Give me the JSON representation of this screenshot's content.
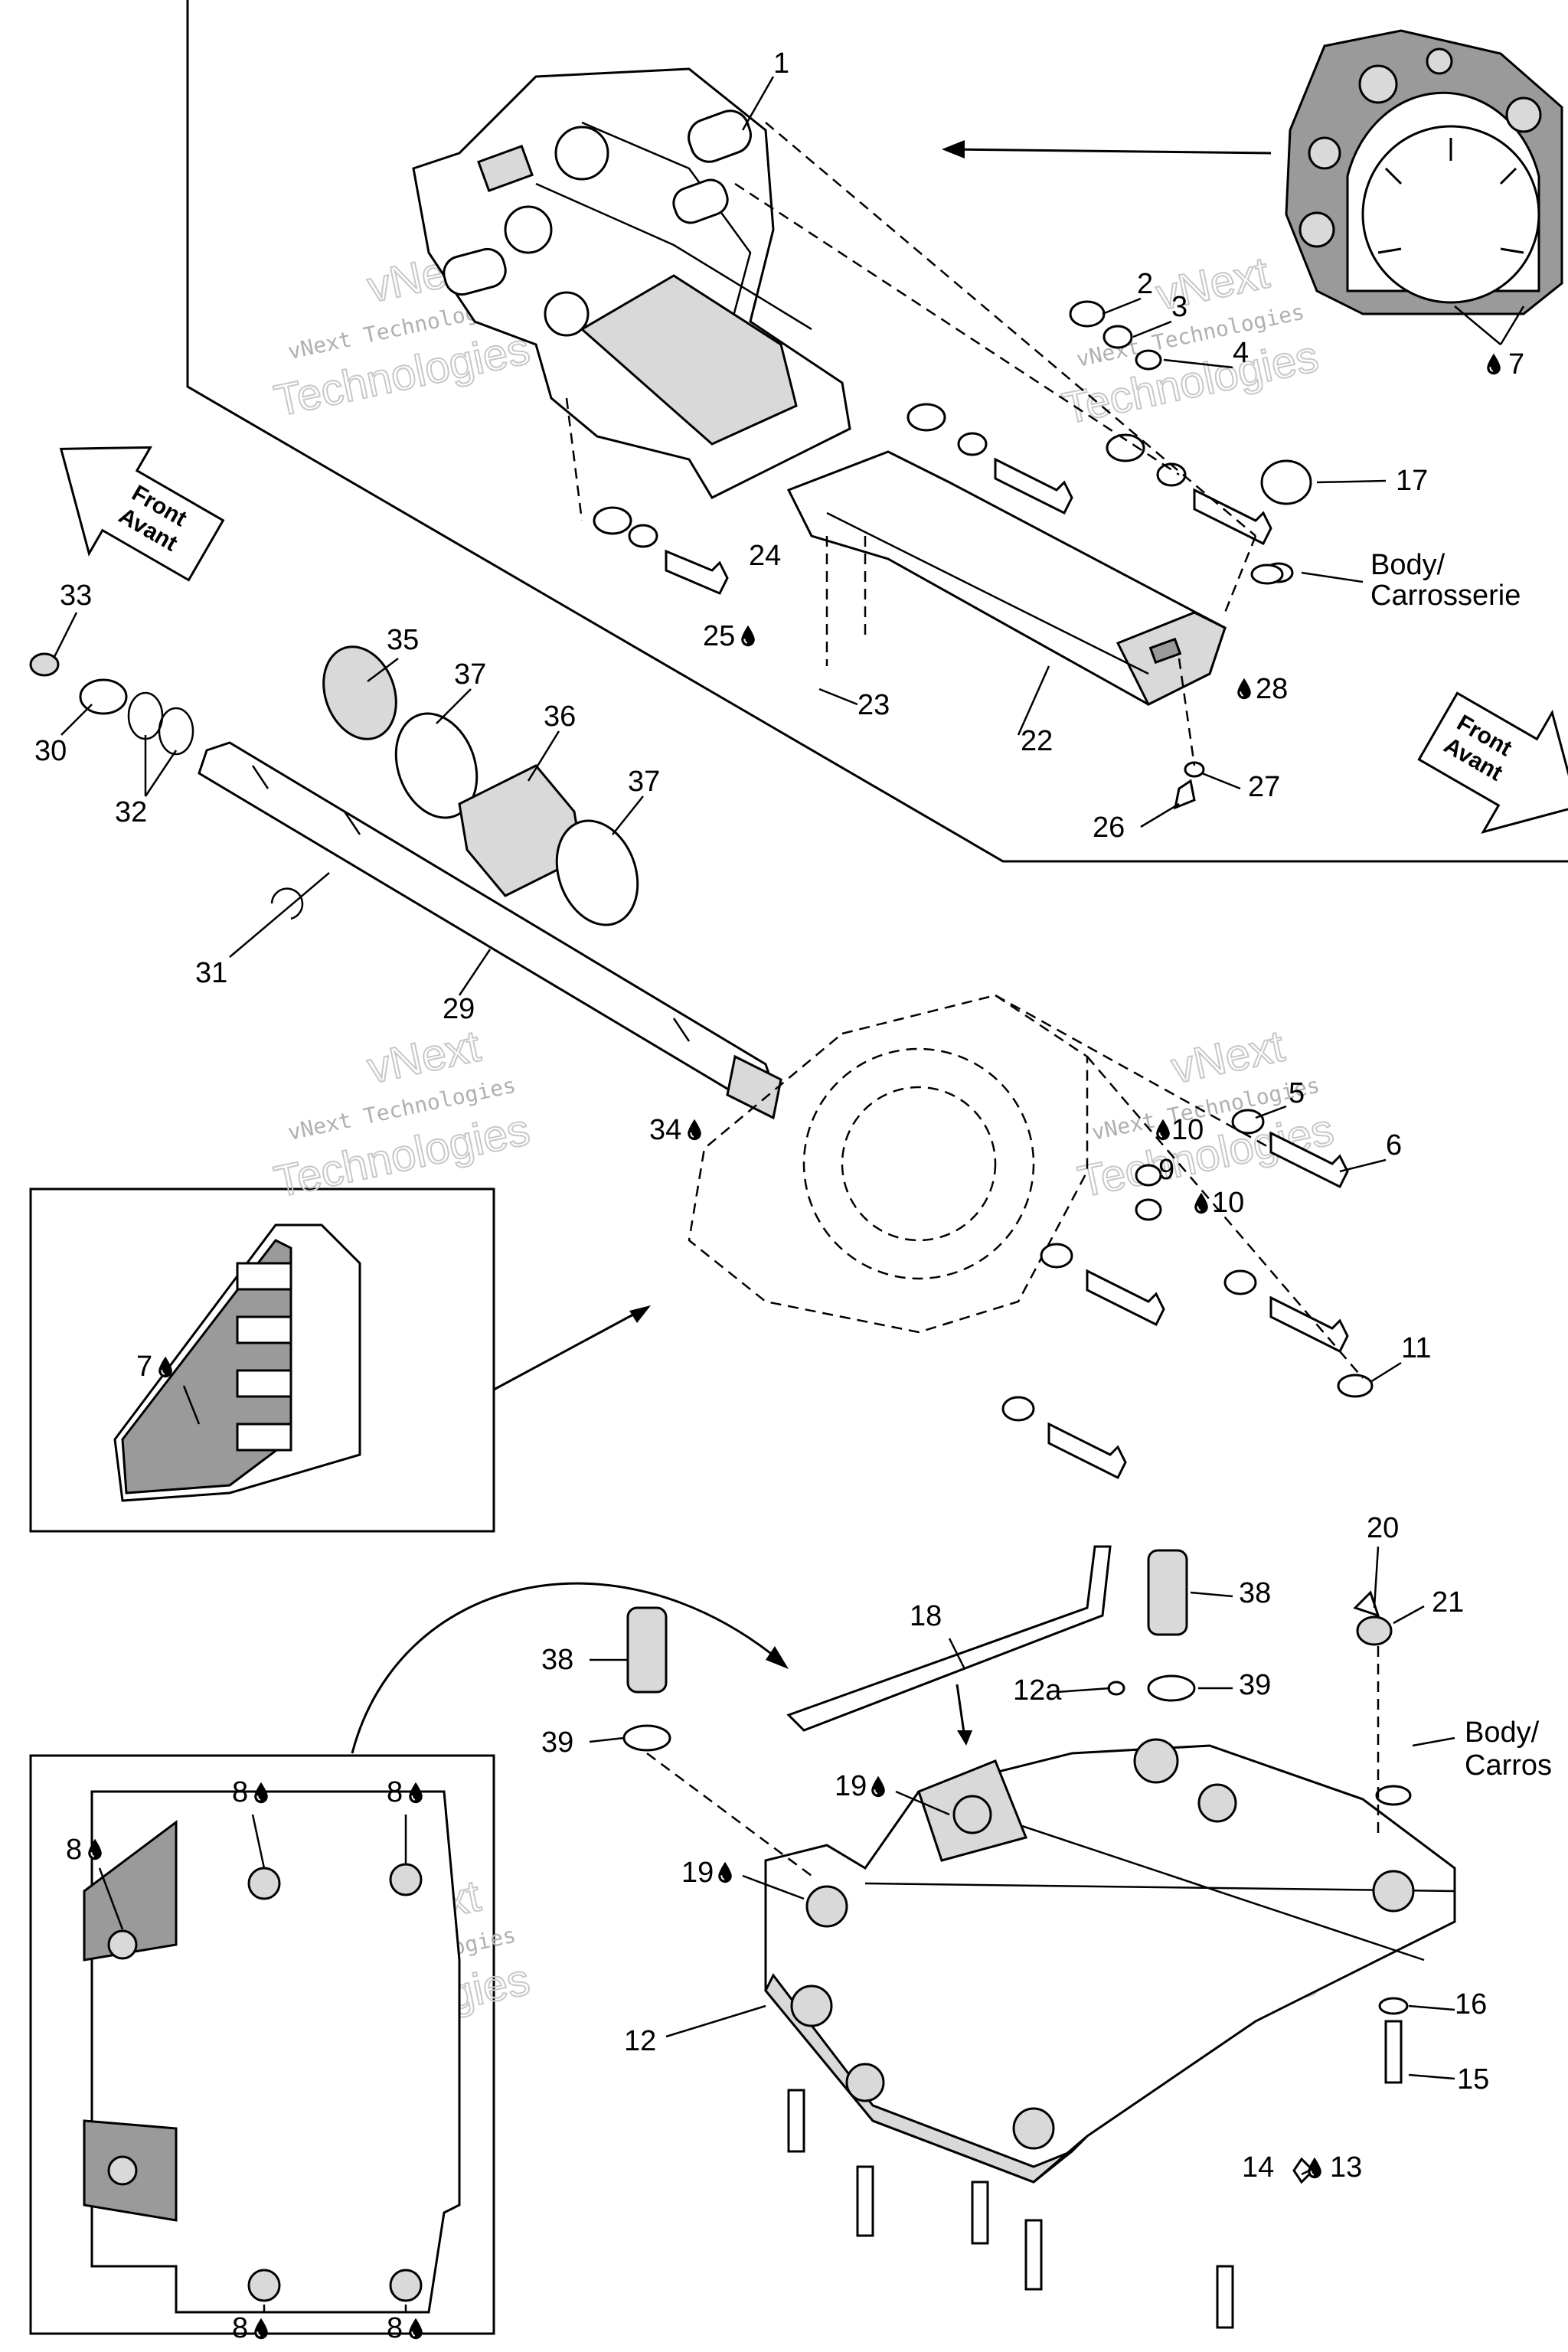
{
  "watermark": {
    "line1": "vNext",
    "line2": "vNext Technologies",
    "line3": "Technologies"
  },
  "direction_labels": {
    "front": "Front",
    "avant": "Avant"
  },
  "body_labels": {
    "top_line1": "Body/",
    "top_line2": "Carrosserie",
    "bottom_line1": "Body/",
    "bottom_line2": "Carros"
  },
  "callouts": [
    {
      "id": "c1",
      "text": "1"
    },
    {
      "id": "c2",
      "text": "2"
    },
    {
      "id": "c3",
      "text": "3"
    },
    {
      "id": "c4",
      "text": "4"
    },
    {
      "id": "c5",
      "text": "5"
    },
    {
      "id": "c6",
      "text": "6"
    },
    {
      "id": "c7a",
      "text": "7"
    },
    {
      "id": "c7b",
      "text": "7"
    },
    {
      "id": "c8a",
      "text": "8"
    },
    {
      "id": "c8b",
      "text": "8"
    },
    {
      "id": "c8c",
      "text": "8"
    },
    {
      "id": "c8d",
      "text": "8"
    },
    {
      "id": "c8e",
      "text": "8"
    },
    {
      "id": "c9",
      "text": "9"
    },
    {
      "id": "c10a",
      "text": "10"
    },
    {
      "id": "c10b",
      "text": "10"
    },
    {
      "id": "c11",
      "text": "11"
    },
    {
      "id": "c12",
      "text": "12"
    },
    {
      "id": "c12a",
      "text": "12a"
    },
    {
      "id": "c13",
      "text": "13"
    },
    {
      "id": "c14",
      "text": "14"
    },
    {
      "id": "c15",
      "text": "15"
    },
    {
      "id": "c16",
      "text": "16"
    },
    {
      "id": "c17",
      "text": "17"
    },
    {
      "id": "c18",
      "text": "18"
    },
    {
      "id": "c19a",
      "text": "19"
    },
    {
      "id": "c19b",
      "text": "19"
    },
    {
      "id": "c20",
      "text": "20"
    },
    {
      "id": "c21",
      "text": "21"
    },
    {
      "id": "c22",
      "text": "22"
    },
    {
      "id": "c23",
      "text": "23"
    },
    {
      "id": "c24",
      "text": "24"
    },
    {
      "id": "c25",
      "text": "25"
    },
    {
      "id": "c26",
      "text": "26"
    },
    {
      "id": "c27",
      "text": "27"
    },
    {
      "id": "c28",
      "text": "28"
    },
    {
      "id": "c29",
      "text": "29"
    },
    {
      "id": "c30",
      "text": "30"
    },
    {
      "id": "c31",
      "text": "31"
    },
    {
      "id": "c32",
      "text": "32"
    },
    {
      "id": "c33",
      "text": "33"
    },
    {
      "id": "c34",
      "text": "34"
    },
    {
      "id": "c35",
      "text": "35"
    },
    {
      "id": "c36",
      "text": "36"
    },
    {
      "id": "c37a",
      "text": "37"
    },
    {
      "id": "c37b",
      "text": "37"
    },
    {
      "id": "c38a",
      "text": "38"
    },
    {
      "id": "c38b",
      "text": "38"
    },
    {
      "id": "c39a",
      "text": "39"
    },
    {
      "id": "c39b",
      "text": "39"
    }
  ],
  "symbols": {
    "adhesive_drop": "drop-icon"
  }
}
